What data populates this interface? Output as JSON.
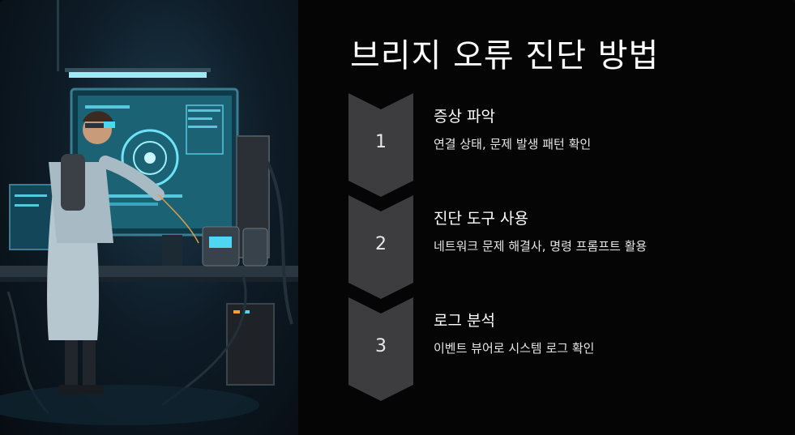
{
  "slide": {
    "title": "브리지 오류 진단 방법",
    "steps": [
      {
        "number": "1",
        "title": "증상 파악",
        "description": "연결 상태, 문제 발생 패턴 확인"
      },
      {
        "number": "2",
        "title": "진단 도구 사용",
        "description": "네트워크 문제 해결사, 명령 프롬프트 활용"
      },
      {
        "number": "3",
        "title": "로그 분석",
        "description": "이벤트 뷰어로 시스템 로그 확인"
      }
    ]
  },
  "illustration": {
    "icon": "technician-workstation-illustration"
  },
  "colors": {
    "background": "#050505",
    "chevron": "#3d3d40",
    "title_text": "#ffffff",
    "accent_cyan": "#4fd6f0"
  }
}
